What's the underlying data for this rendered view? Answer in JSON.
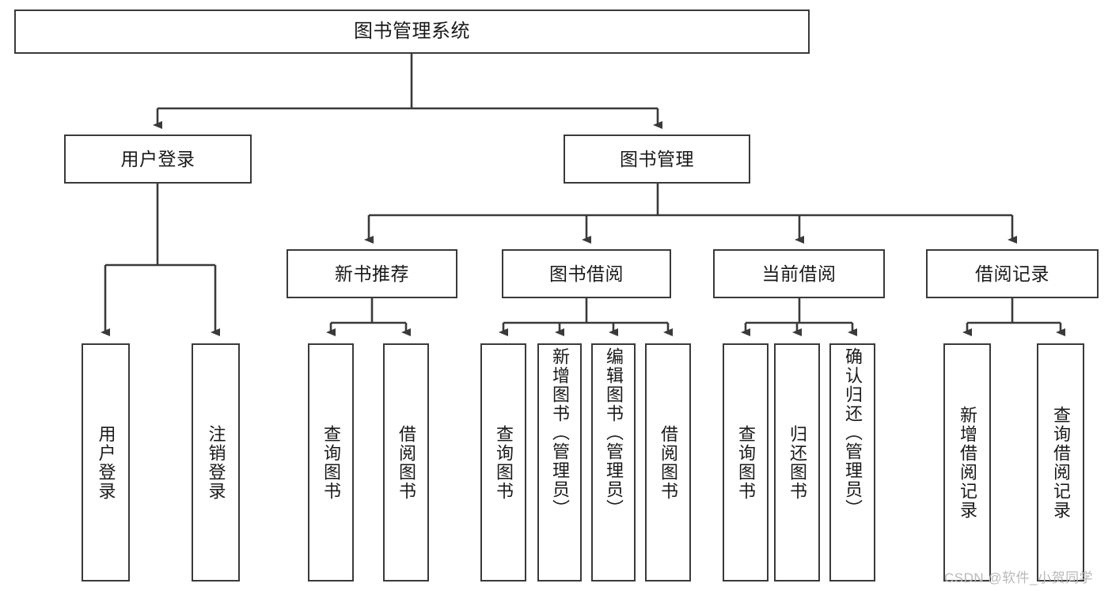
{
  "diagram": {
    "title": "图书管理系统",
    "type": "tree",
    "watermark": "CSDN @软件_小贺同学",
    "line_color": "#3a3a3a",
    "box_fill": "#ffffff",
    "text_color": "#1a1a1a"
  },
  "nodes": {
    "root": {
      "label": "图书管理系统"
    },
    "level2": [
      {
        "label": "用户登录"
      },
      {
        "label": "图书管理"
      }
    ],
    "level3": [
      {
        "label": "新书推荐"
      },
      {
        "label": "图书借阅"
      },
      {
        "label": "当前借阅"
      },
      {
        "label": "借阅记录"
      }
    ],
    "leaves": {
      "user_login": [
        {
          "label": "用户登录"
        },
        {
          "label": "注销登录"
        }
      ],
      "new_book": [
        {
          "label": "查询图书"
        },
        {
          "label": "借阅图书"
        }
      ],
      "book_borrow": [
        {
          "label": "查询图书"
        },
        {
          "label": "新增图书（管理员）"
        },
        {
          "label": "编辑图书（管理员）"
        },
        {
          "label": "借阅图书"
        }
      ],
      "current_borrow": [
        {
          "label": "查询图书"
        },
        {
          "label": "归还图书"
        },
        {
          "label": "确认归还（管理员）"
        }
      ],
      "borrow_record": [
        {
          "label": "新增借阅记录"
        },
        {
          "label": "查询借阅记录"
        }
      ]
    }
  }
}
